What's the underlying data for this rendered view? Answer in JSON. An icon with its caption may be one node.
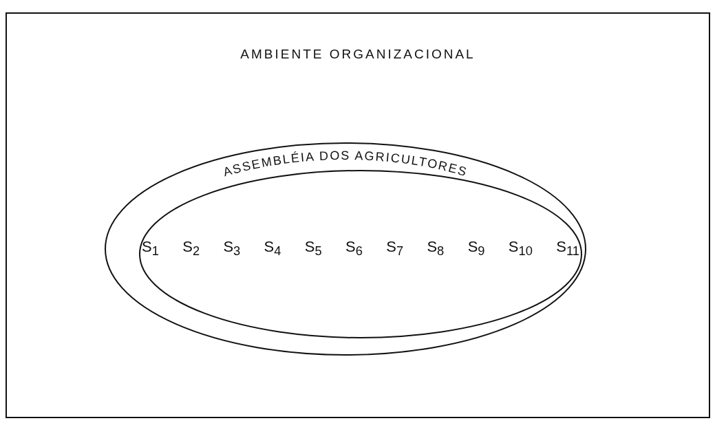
{
  "diagram": {
    "nodes": [
      {
        "text": [
          "AMBIENTE ORGANIZACIONAL"
        ]
      },
      {
        "text": [
          "ASSEMBLÉIA DOS AGRICULTORES"
        ],
        "in": 0
      },
      {
        "text": [
          "S$_{1}$",
          "S$_{2}$",
          "S$_{3}$",
          "S$_{4}$",
          "S$_{5}$",
          "S$_{6}$",
          "S$_{7}$",
          "S$_{8}$",
          "S$_{9}$",
          "S$_{10}$",
          "S$_{11}$"
        ],
        "in": 1
      }
    ]
  }
}
